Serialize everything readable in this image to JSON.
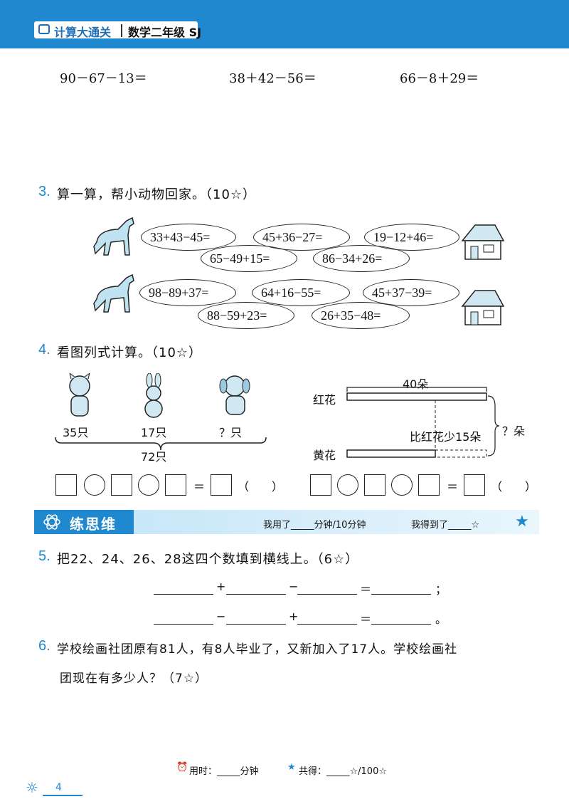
{
  "header": {
    "title": "计算大通关",
    "subtitle": "数学二年级 SJ"
  },
  "row1": [
    "90－67－13＝",
    "38＋42－56＝",
    "66－8＋29＝"
  ],
  "q3": {
    "num": "3.",
    "text": "算一算，帮小动物回家。（10☆）",
    "group1": [
      "33+43−45=",
      "45+36−27=",
      "19−12+46=",
      "65−49+15=",
      "86−34+26="
    ],
    "group2": [
      "98−89+37=",
      "64+16−55=",
      "45+37−39=",
      "88−59+23=",
      "26+35−48="
    ]
  },
  "q4": {
    "num": "4.",
    "text": "看图列式计算。（10☆）",
    "animals": [
      "35只",
      "17只",
      "？只"
    ],
    "total": "72只",
    "top_count": "40朵",
    "red_label": "红花",
    "yellow_label": "黄花",
    "less_label": "比红花少15朵",
    "question": "？朵",
    "equals": "＝",
    "paren": "（　　）"
  },
  "banner": {
    "title": "练思维",
    "time_used": "我用了_____分钟/10分钟",
    "got": "我得到了_____☆"
  },
  "q5": {
    "num": "5.",
    "text": "把22、24、26、28这四个数填到横线上。（6☆）",
    "ops_row1": [
      "+",
      "−",
      "＝",
      "；"
    ],
    "ops_row2": [
      "−",
      "+",
      "＝",
      "。"
    ]
  },
  "q6": {
    "num": "6.",
    "line1": "学校绘画社团原有81人，有8人毕业了，又新加入了17人。学校绘画社",
    "line2": "团现在有多少人？（7☆）"
  },
  "footer": {
    "time": "用时：_____分钟",
    "score": "共得：_____☆/100☆",
    "page": "4"
  }
}
